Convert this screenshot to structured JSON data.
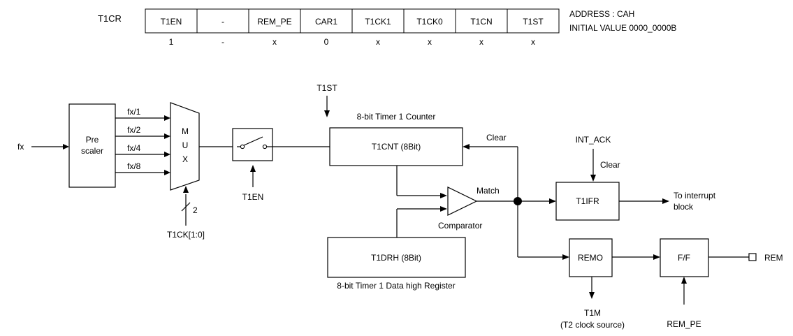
{
  "register": {
    "name": "T1CR",
    "bits": [
      "T1EN",
      "-",
      "REM_PE",
      "CAR1",
      "T1CK1",
      "T1CK0",
      "T1CN",
      "T1ST"
    ],
    "initial": [
      "1",
      "-",
      "x",
      "0",
      "x",
      "x",
      "x",
      "x"
    ],
    "address": "ADDRESS : CAH",
    "initial_value": "INITIAL VALUE 0000_0000B"
  },
  "labels": {
    "fx": "fx",
    "prescaler_line1": "Pre",
    "prescaler_line2": "scaler",
    "fx1": "fx/1",
    "fx2": "fx/2",
    "fx4": "fx/4",
    "fx8": "fx/8",
    "mux_m": "M",
    "mux_u": "U",
    "mux_x": "X",
    "sel_width": "2",
    "t1ck": "T1CK[1:0]",
    "t1en": "T1EN",
    "t1st": "T1ST",
    "counter_caption": "8-bit Timer 1 Counter",
    "t1cnt": "T1CNT (8Bit)",
    "clear1": "Clear",
    "match": "Match",
    "comparator": "Comparator",
    "t1drh": "T1DRH (8Bit)",
    "data_caption": "8-bit Timer 1 Data high Register",
    "int_ack": "INT_ACK",
    "clear2": "Clear",
    "t1ifr": "T1IFR",
    "to_int1": "To interrupt",
    "to_int2": "block",
    "remo": "REMO",
    "ff": "F/F",
    "rem": "REM",
    "t1m": "T1M",
    "t1m_sub": "(T2 clock source)",
    "rem_pe": "REM_PE"
  }
}
